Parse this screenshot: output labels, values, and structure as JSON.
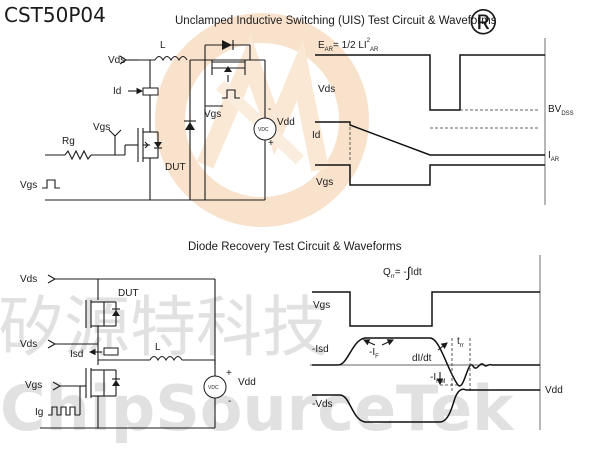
{
  "part_number": "CST50P04",
  "uis": {
    "title": "Unclamped Inductive Switching (UIS) Test Circuit & Waveforms",
    "vds": "Vds",
    "l": "L",
    "id": "Id",
    "vgs": "Vgs",
    "rg": "Rg",
    "dut": "DUT",
    "vgs_source": "Vgs",
    "vgs_inv": "Vgs",
    "vdd": "Vdd",
    "vdc": "VDC",
    "minus": "-",
    "plus": "+",
    "ear_main": "E",
    "ear_sub": "AR",
    "ear_eq": "= 1/2 LI",
    "ear_sup": "2",
    "ear_sub2": "AR",
    "w_vds": "Vds",
    "w_id": "Id",
    "w_vgs": "Vgs",
    "bv_main": "BV",
    "bv_sub": "DSS",
    "iar_main": "I",
    "iar_sub": "AR"
  },
  "diode": {
    "title": "Diode Recovery Test Circuit & Waveforms",
    "vds_top": "Vds",
    "dut": "DUT",
    "vds_bot": "Vds",
    "isd": "Isd",
    "l": "L",
    "vgs": "Vgs",
    "ig": "Ig",
    "vdd": "Vdd",
    "vdc": "VDC",
    "plus": "+",
    "minus": "-",
    "qrr_main": "Q",
    "qrr_sub": "rr",
    "qrr_eq": "= -",
    "qrr_int": "Idt",
    "w_vgs": "Vgs",
    "w_isd": "-Isd",
    "w_vds": "-Vds",
    "if_main": "-I",
    "if_sub": "F",
    "didt": "dI/dt",
    "trr_main": "t",
    "trr_sub": "rr",
    "irm_main": "-I",
    "irm_sub": "RM",
    "w_vdd": "Vdd"
  },
  "watermark": {
    "cjk": "矽源特科技",
    "latin": "ChipSourceTek",
    "mark": "®"
  }
}
